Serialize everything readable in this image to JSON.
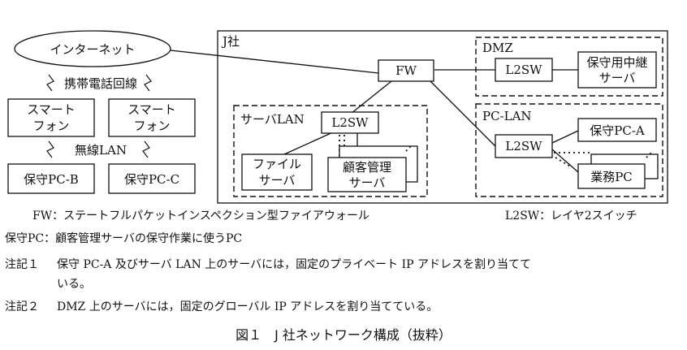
{
  "nodes": {
    "internet": "インターネット",
    "mobile_line": "携帯電話回線",
    "smartphone_1": [
      "スマート",
      "フォン"
    ],
    "smartphone_2": [
      "スマート",
      "フォン"
    ],
    "wireless_lan": "無線LAN",
    "pc_b": "保守PC-B",
    "pc_c": "保守PC-C",
    "company": "J社",
    "fw": "FW",
    "dmz": "DMZ",
    "dmz_l2sw": "L2SW",
    "relay_server": [
      "保守用中継",
      "サーバ"
    ],
    "server_lan": "サーバLAN",
    "server_l2sw": "L2SW",
    "file_server": [
      "ファイル",
      "サーバ"
    ],
    "customer_server": [
      "顧客管理",
      "サーバ"
    ],
    "pc_lan": "PC-LAN",
    "pc_l2sw": "L2SW",
    "pc_a": "保守PC-A",
    "business_pc": "業務PC"
  },
  "legend": {
    "fw": "FW：ステートフルパケットインスペクション型ファイアウォール",
    "l2sw": "L2SW：レイヤ2スイッチ",
    "maint_pc": "保守PC：顧客管理サーバの保守作業に使うPC"
  },
  "notes": {
    "note1_label": "注記１",
    "note1_line1": "保守 PC-A 及びサーバ LAN 上のサーバには，固定のプライベート IP アドレスを割り当てて",
    "note1_line2": "いる。",
    "note2_label": "注記２",
    "note2_text": "DMZ 上のサーバには，固定のグローバル IP アドレスを割り当てている。"
  },
  "caption": "図１　J 社ネットワーク構成（抜粋）"
}
